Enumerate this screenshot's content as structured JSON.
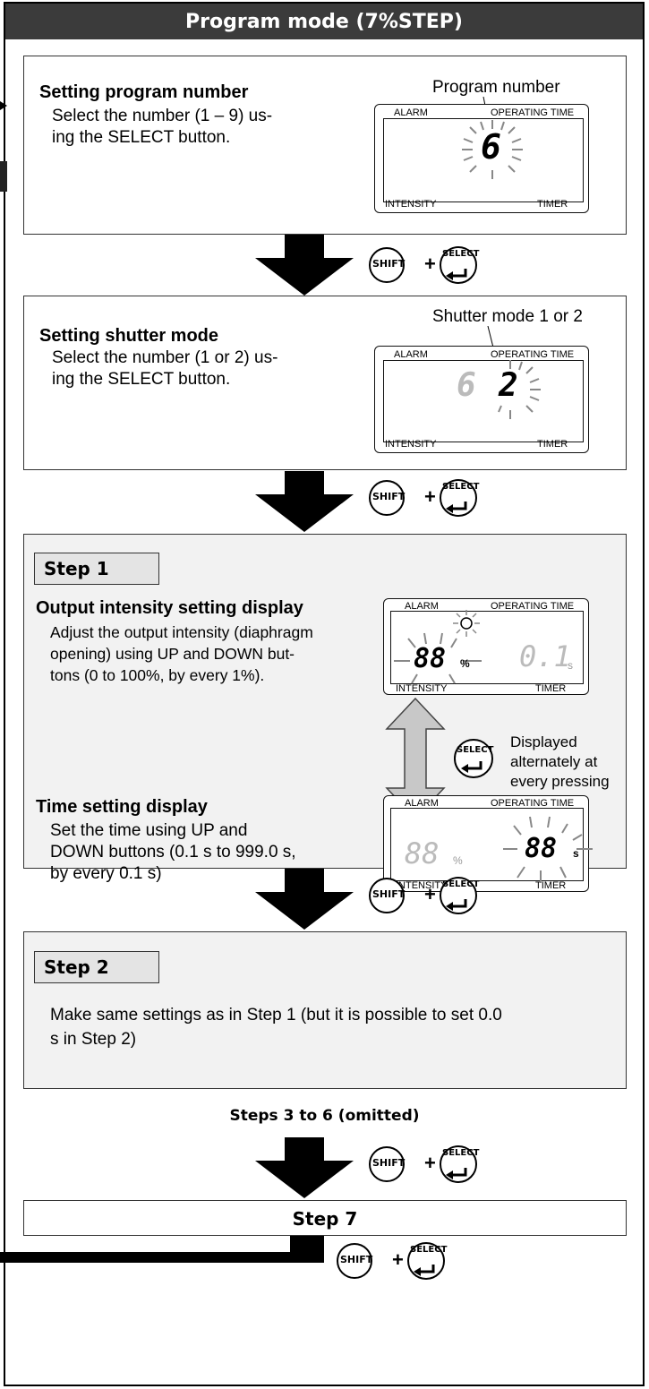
{
  "header": {
    "title": "Program mode (7%STEP)"
  },
  "section1": {
    "title": "Setting program number",
    "desc": "Select the number (1 – 9) us-\ning the SELECT button.",
    "callout": "Program number",
    "digit": "6"
  },
  "section2": {
    "title": "Setting shutter mode",
    "desc": "Select the number (1 or 2) us-\ning the SELECT button.",
    "callout": "Shutter mode 1 or 2",
    "dim_digit": "6",
    "digit": "2"
  },
  "step1": {
    "label": "Step 1",
    "intensity_title": "Output intensity setting display",
    "intensity_desc": "Adjust the output intensity (diaphragm\nopening) using UP and DOWN but-\ntons (0 to 100%, by every 1%).",
    "time_title": "Time setting display",
    "time_desc": "Set the time using UP and\nDOWN buttons (0.1 s to 999.0 s,\nby every 0.1 s)",
    "alternate_note": "Displayed\nalternately at\nevery pressing",
    "lcd1_value": "88",
    "lcd1_unit": "%",
    "lcd1_dim_value": "0.1",
    "lcd1_dim_unit": "s",
    "lcd2_dim_value": "88",
    "lcd2_dim_unit": "%",
    "lcd2_value": "88",
    "lcd2_unit": "s"
  },
  "step2": {
    "label": "Step 2",
    "desc": "Make same settings as in Step 1 (but it is possible to set 0.0\ns in Step 2)"
  },
  "steps_omitted": "Steps 3 to 6 (omitted)",
  "step7": {
    "label": "Step 7"
  },
  "lcd_labels": {
    "alarm": "ALARM",
    "operating_time": "OPERATING TIME",
    "intensity": "INTENSITY",
    "timer": "TIMER"
  },
  "buttons": {
    "shift": "SHIFT",
    "select": "SELECT",
    "plus": "+"
  }
}
